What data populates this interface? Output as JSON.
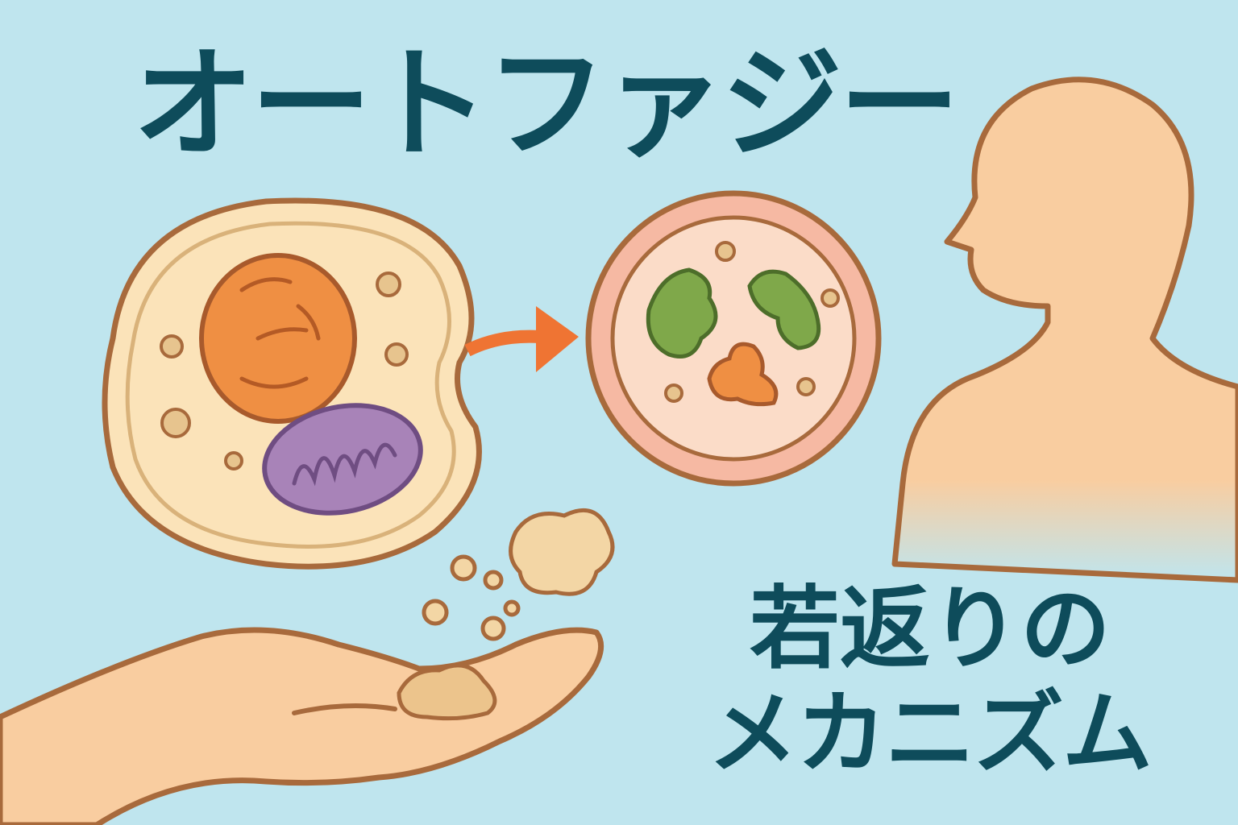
{
  "title": "オートファジー",
  "subtitle": {
    "line1": "若返りの",
    "line2": "メカニズム"
  },
  "colors": {
    "background": "#bfe5ee",
    "text": "#0e4c5b",
    "outline": "#a86a3c",
    "arrow": "#ef7433",
    "skin": "#f9cda0"
  }
}
